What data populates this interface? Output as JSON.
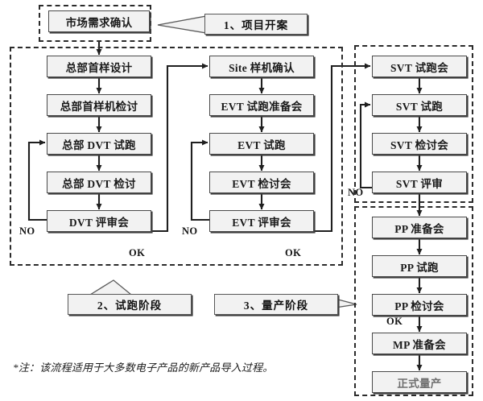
{
  "title_box": {
    "label": "市场需求确认"
  },
  "callouts": [
    {
      "name": "phase-1",
      "label": "1、项目开案"
    },
    {
      "name": "phase-2",
      "label": "2、试跑阶段"
    },
    {
      "name": "phase-3",
      "label": "3、量产阶段"
    }
  ],
  "columns": {
    "dvt": {
      "name": "dvt-column",
      "nodes": [
        {
          "label": "总部首样设计"
        },
        {
          "label": "总部首样机检讨"
        },
        {
          "label": "总部 DVT 试跑"
        },
        {
          "label": "总部 DVT 检讨"
        },
        {
          "label": "DVT 评审会"
        }
      ]
    },
    "evt": {
      "name": "evt-column",
      "nodes": [
        {
          "label": "Site 样机确认"
        },
        {
          "label": "EVT 试跑准备会"
        },
        {
          "label": "EVT 试跑"
        },
        {
          "label": "EVT 检讨会"
        },
        {
          "label": "EVT 评审会"
        }
      ]
    },
    "svt": {
      "name": "svt-column",
      "nodes": [
        {
          "label": "SVT 试跑会"
        },
        {
          "label": "SVT 试跑"
        },
        {
          "label": "SVT 检讨会"
        },
        {
          "label": "SVT 评审"
        }
      ]
    },
    "mp": {
      "name": "mass-production-column",
      "nodes": [
        {
          "label": "PP 准备会"
        },
        {
          "label": "PP 试跑"
        },
        {
          "label": "PP 检讨会"
        },
        {
          "label": "MP 准备会"
        },
        {
          "label": "正式量产"
        }
      ]
    }
  },
  "edge_labels": {
    "dvt_no": "NO",
    "dvt_ok": "OK",
    "evt_no": "NO",
    "evt_ok": "OK",
    "svt_no": "NO",
    "pp_ok": "OK"
  },
  "footnote": {
    "text": "*注：该流程适用于大多数电子产品的新产品导入过程。"
  },
  "colors": {
    "box_fill": "#f2f2f2",
    "box_border": "#4a4a4a",
    "frame_border": "#2b2b2b",
    "line": "#1f1f1f",
    "text": "#1a1a1a"
  }
}
